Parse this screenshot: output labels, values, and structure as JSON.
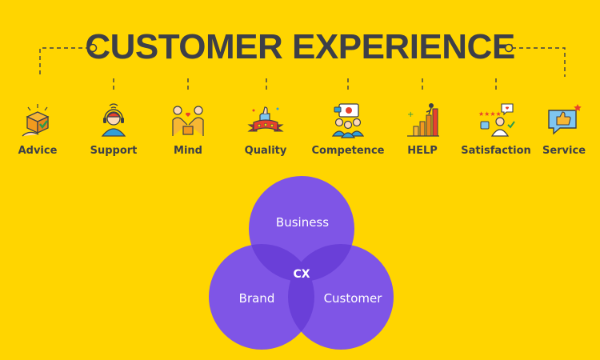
{
  "title": "CUSTOMER EXPERIENCE",
  "items": [
    {
      "label": "Advice",
      "icon": "box-check-icon"
    },
    {
      "label": "Support",
      "icon": "headset-agent-icon"
    },
    {
      "label": "Mind",
      "icon": "handshake-people-icon"
    },
    {
      "label": "Quality",
      "icon": "ribbon-thumbs-up-icon"
    },
    {
      "label": "Competence",
      "icon": "team-presentation-icon"
    },
    {
      "label": "HELP",
      "icon": "growth-climb-icon"
    },
    {
      "label": "Satisfaction",
      "icon": "rating-stars-icon"
    },
    {
      "label": "Service",
      "icon": "chat-thumbs-up-icon"
    }
  ],
  "venn": {
    "top": "Business",
    "left": "Brand",
    "right": "Customer",
    "center": "CX"
  },
  "colors": {
    "background": "#ffd500",
    "text": "#3d3f48",
    "circle": "#7f55e6",
    "overlap": "#6a3fd8"
  }
}
